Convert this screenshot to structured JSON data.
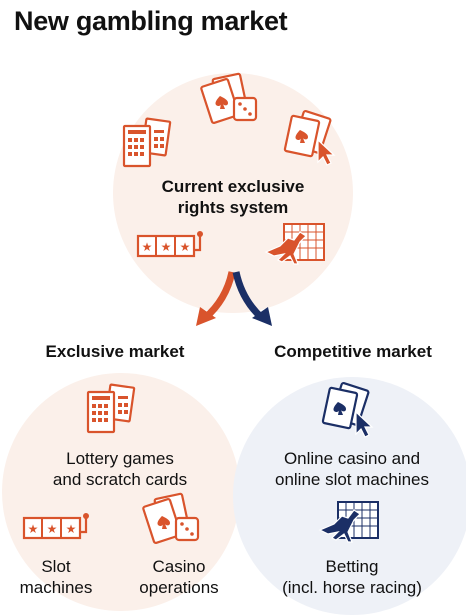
{
  "title": "New gambling market",
  "colors": {
    "orange": "#d9542c",
    "navy": "#1b2f66",
    "peach": "#fbf0ea",
    "lightBlue": "#eef1f7"
  },
  "top": {
    "label": "Current exclusive\nrights system"
  },
  "left": {
    "heading": "Exclusive market",
    "items": [
      {
        "label": "Lottery games\nand scratch cards",
        "icon": "lottery-ticket-icon"
      },
      {
        "label": "Slot\nmachines",
        "icon": "slot-machine-icon"
      },
      {
        "label": "Casino\noperations",
        "icon": "cards-dice-icon"
      }
    ]
  },
  "right": {
    "heading": "Competitive market",
    "items": [
      {
        "label": "Online casino and\nonline slot machines",
        "icon": "online-casino-icon"
      },
      {
        "label": "Betting\n(incl. horse racing)",
        "icon": "horse-racing-icon"
      }
    ]
  },
  "icons": [
    "cards-dice-icon",
    "online-casino-icon",
    "lottery-ticket-icon",
    "slot-machine-icon",
    "horse-racing-icon",
    "split-arrow-icon"
  ]
}
